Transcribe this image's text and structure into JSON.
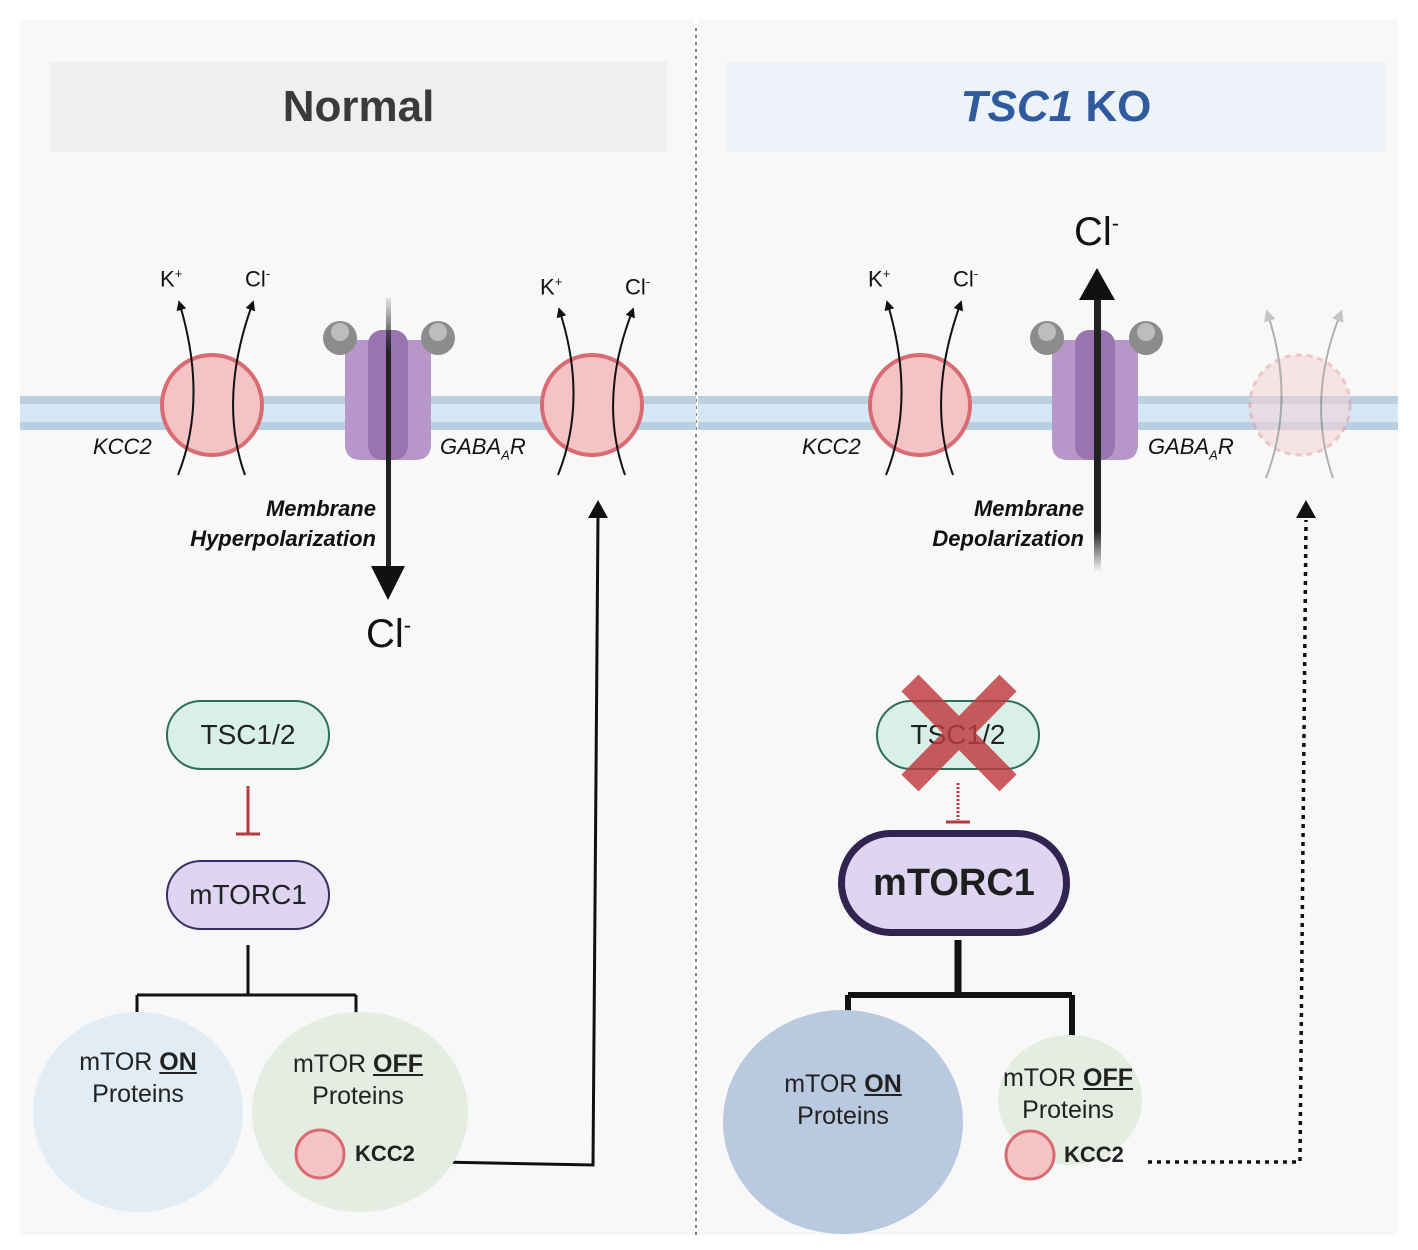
{
  "colors": {
    "membrane": "#bcd3e6",
    "kcc2_fill": "#f4c3c5",
    "kcc2_stroke": "#d96b72",
    "gaba_fill": "#b797c9",
    "tsc_fill": "#d9f0e8",
    "mtorc_fill": "#ddd5f2",
    "inhibit": "#b7373f",
    "knockout_x": "#c0393f",
    "ko_title": "#2f5b9e"
  },
  "normal": {
    "title": "Normal",
    "ions": {
      "k": "K",
      "k_sup": "+",
      "cl": "Cl",
      "cl_sup": "-"
    },
    "kcc2_label": "KCC2",
    "gaba_label": "GABA",
    "gaba_sub": "A",
    "gaba_suffix": "R",
    "effect_line1": "Membrane",
    "effect_line2": "Hyperpolarization",
    "cl_flow": "Cl",
    "cl_flow_sup": "-",
    "tsc": "TSC1/2",
    "mtorc": "mTORC1",
    "on_prefix": "mTOR ",
    "on_word": "ON",
    "proteins": "Proteins",
    "off_prefix": "mTOR ",
    "off_word": "OFF",
    "kcc2_protein": "KCC2"
  },
  "ko": {
    "title_italic": "TSC1",
    "title_rest": " KO",
    "ions": {
      "k": "K",
      "k_sup": "+",
      "cl": "Cl",
      "cl_sup": "-"
    },
    "kcc2_label": "KCC2",
    "gaba_label": "GABA",
    "gaba_sub": "A",
    "gaba_suffix": "R",
    "effect_line1": "Membrane",
    "effect_line2": "Depolarization",
    "cl_flow": "Cl",
    "cl_flow_sup": "-",
    "tsc": "TSC1/2",
    "mtorc": "mTORC1",
    "on_prefix": "mTOR ",
    "on_word": "ON",
    "proteins": "Proteins",
    "off_prefix": "mTOR ",
    "off_word": "OFF",
    "kcc2_protein": "KCC2"
  }
}
